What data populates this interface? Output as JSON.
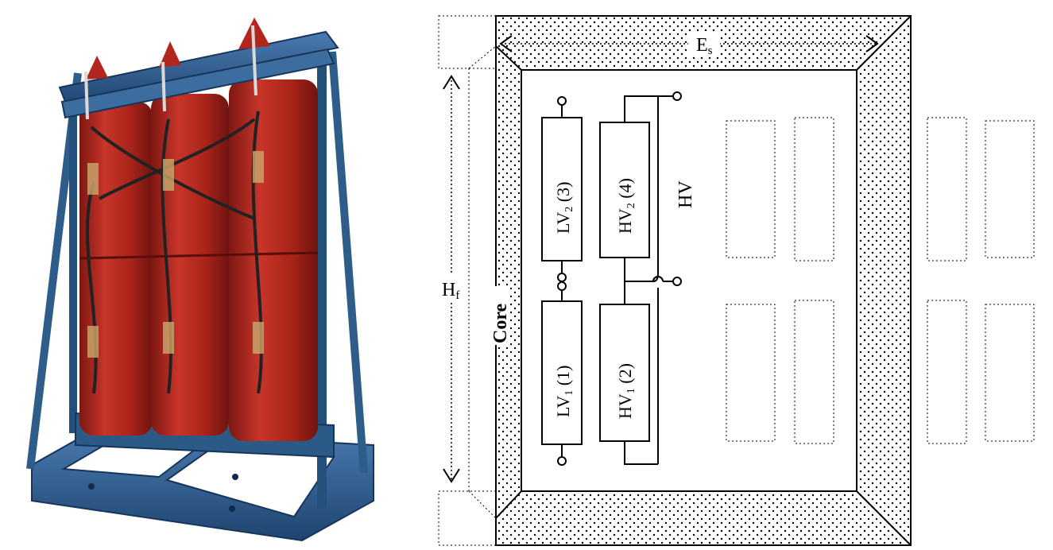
{
  "labels": {
    "es": "E",
    "es_sub": "s",
    "hf": "H",
    "hf_sub": "f",
    "core": "Core",
    "hv": "HV",
    "lv2_main": "LV",
    "lv2_sub": "2",
    "lv2_num": " (3)",
    "hv2_main": "HV",
    "hv2_sub": "2",
    "hv2_num": " (4)",
    "lv1_main": "LV",
    "lv1_sub": "1",
    "lv1_num": " (1)",
    "hv1_main": "HV",
    "hv1_sub": "1",
    "hv1_num": " (2)"
  },
  "colors": {
    "resin_red": "#b3261e",
    "steel_blue": "#2f5d8a",
    "line": "#000000"
  }
}
